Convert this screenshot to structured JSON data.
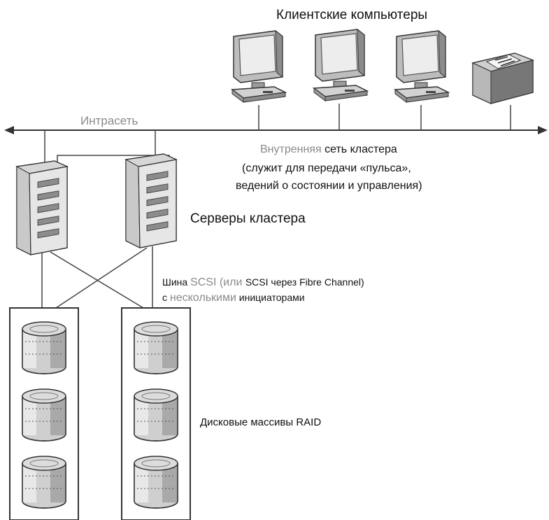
{
  "labels": {
    "clients": "Клиентские компьютеры",
    "intranet": "Интрасеть",
    "internal_prefix": "Внутренняя",
    "internal_rest": " сеть кластера",
    "heartbeat_line1": "(служит для передачи «пульса»,",
    "heartbeat_line2": "ведений о состоянии и управления)",
    "servers": "Серверы кластера",
    "bus_w1": "Шина ",
    "bus_w2": "SCSI (или ",
    "bus_w3": "SCSI через Fibre Channel)",
    "bus2_w1": "с ",
    "bus2_w2": "несколькими",
    "bus2_w3": " инициаторами",
    "raid": "Дисковые массивы RAID"
  },
  "icons": [
    "client-computer-icon",
    "printer-icon",
    "server-tower-icon",
    "disk-drive-icon"
  ],
  "colors": {
    "line": "#333333",
    "device_light": "#e4e4e4",
    "device_mid": "#bdbdbd",
    "device_dark": "#8c8c8c",
    "muted_text": "#8a8a8a"
  }
}
